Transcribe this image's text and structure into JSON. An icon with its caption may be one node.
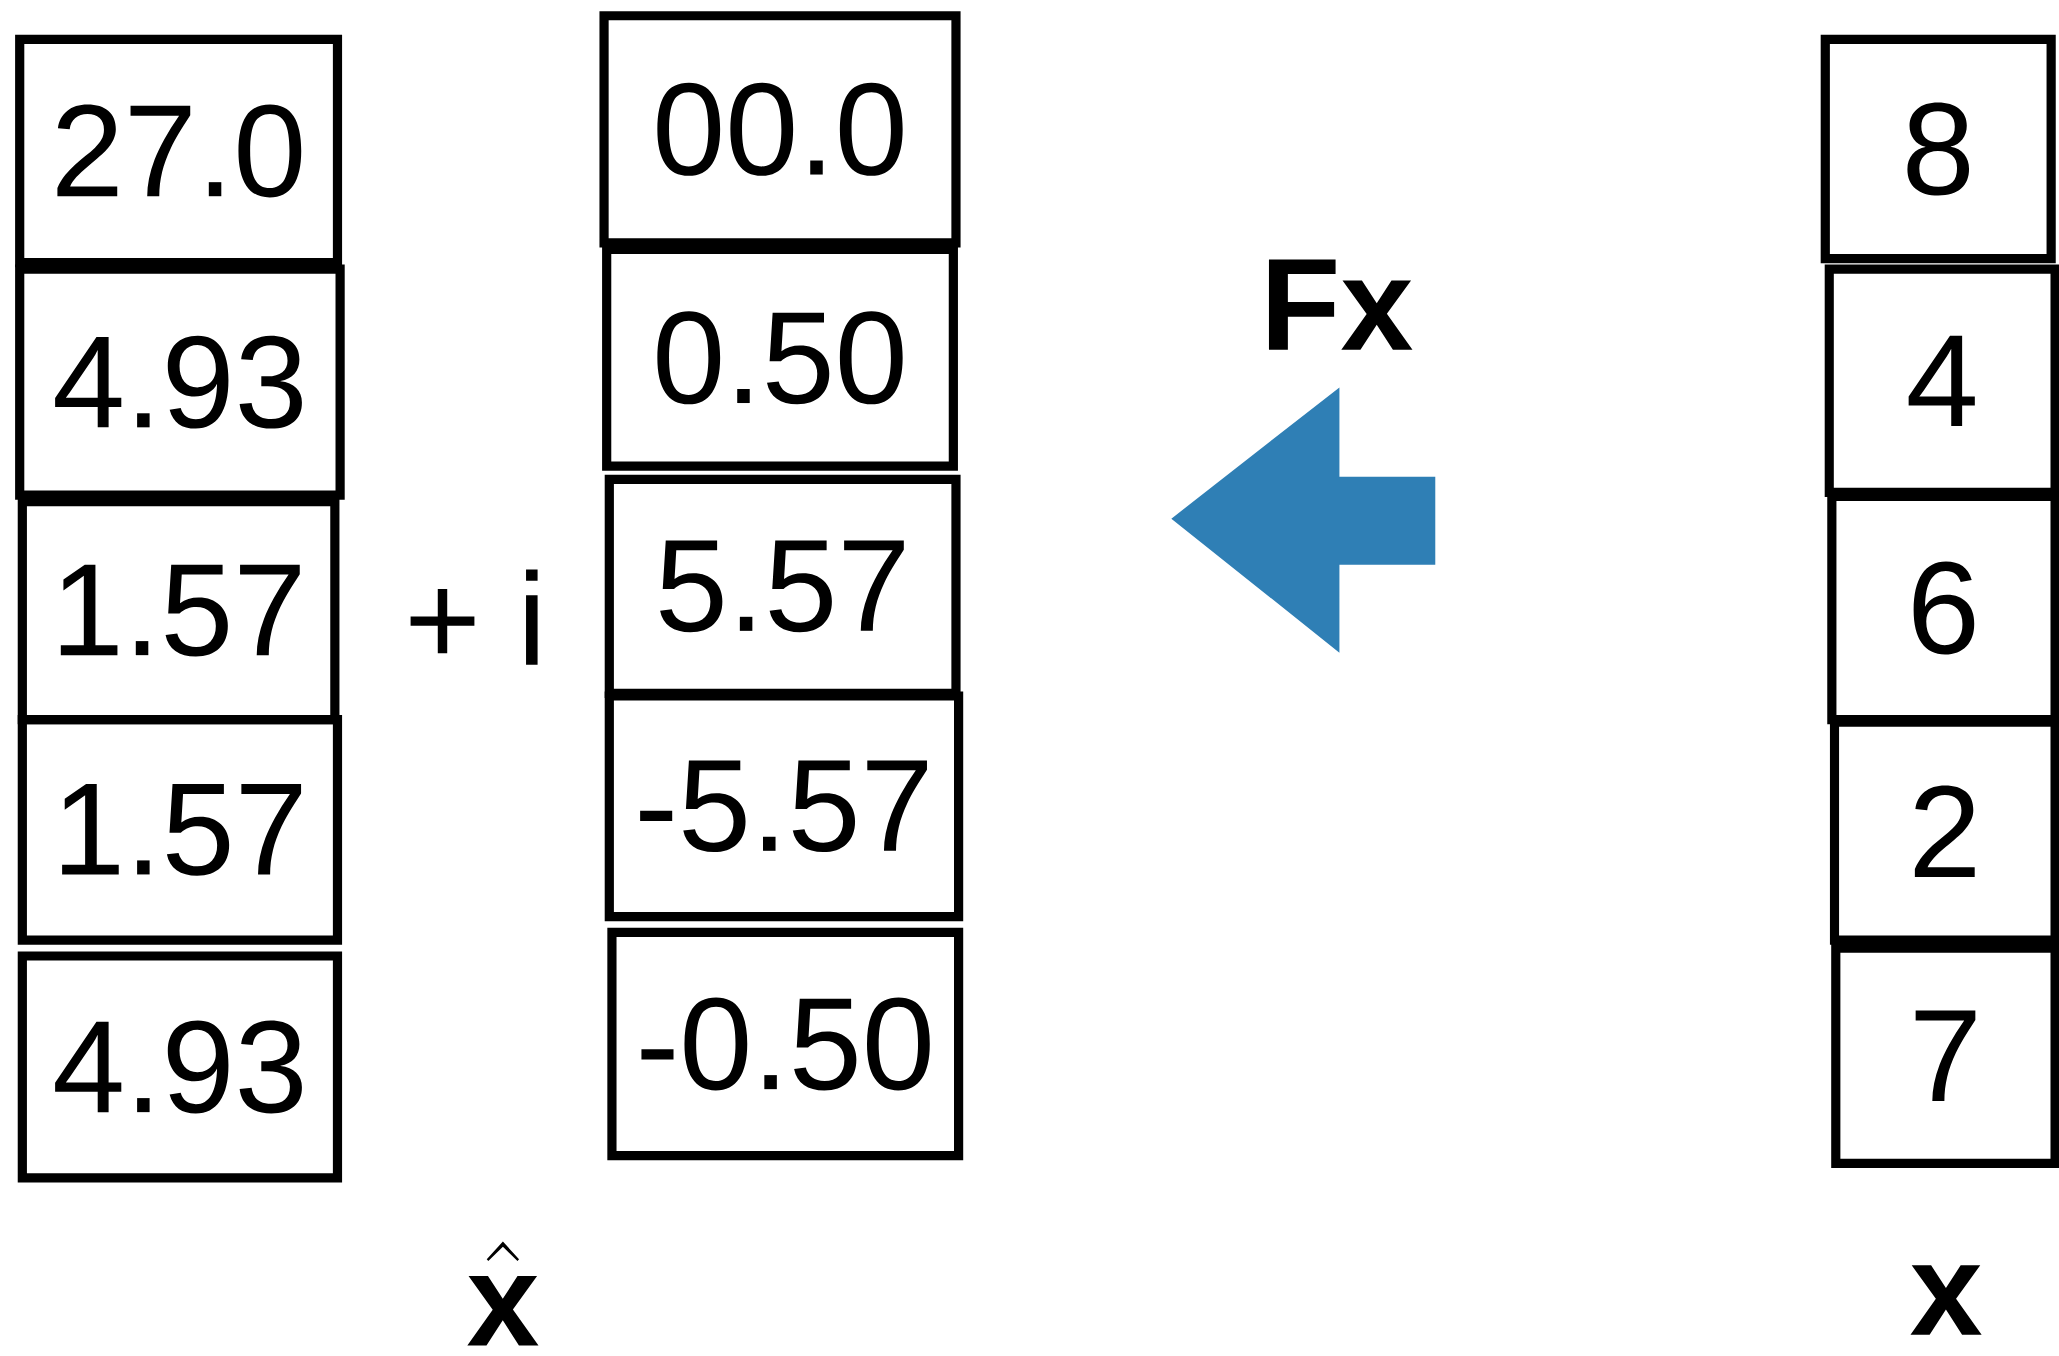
{
  "diagram": {
    "nodes": [
      {
        "text": [
          "27.0"
        ]
      },
      {
        "text": [
          "4.93"
        ]
      },
      {
        "text": [
          "1.57"
        ]
      },
      {
        "text": [
          "1.57"
        ]
      },
      {
        "text": [
          "4.93"
        ]
      },
      {
        "text": [
          "00.0"
        ]
      },
      {
        "text": [
          "0.50"
        ]
      },
      {
        "text": [
          "5.57"
        ]
      },
      {
        "text": [
          "-5.57"
        ]
      },
      {
        "text": [
          "-0.50"
        ]
      },
      {
        "text": [
          "8"
        ]
      },
      {
        "text": [
          "4"
        ]
      },
      {
        "text": [
          "6"
        ]
      },
      {
        "text": [
          "2"
        ]
      },
      {
        "text": [
          "7"
        ]
      }
    ],
    "labels": [
      "+ i",
      "\\hat{\\mathbf{x}}",
      "\\mathbf{Fx}",
      "\\mathbf{x}"
    ]
  }
}
